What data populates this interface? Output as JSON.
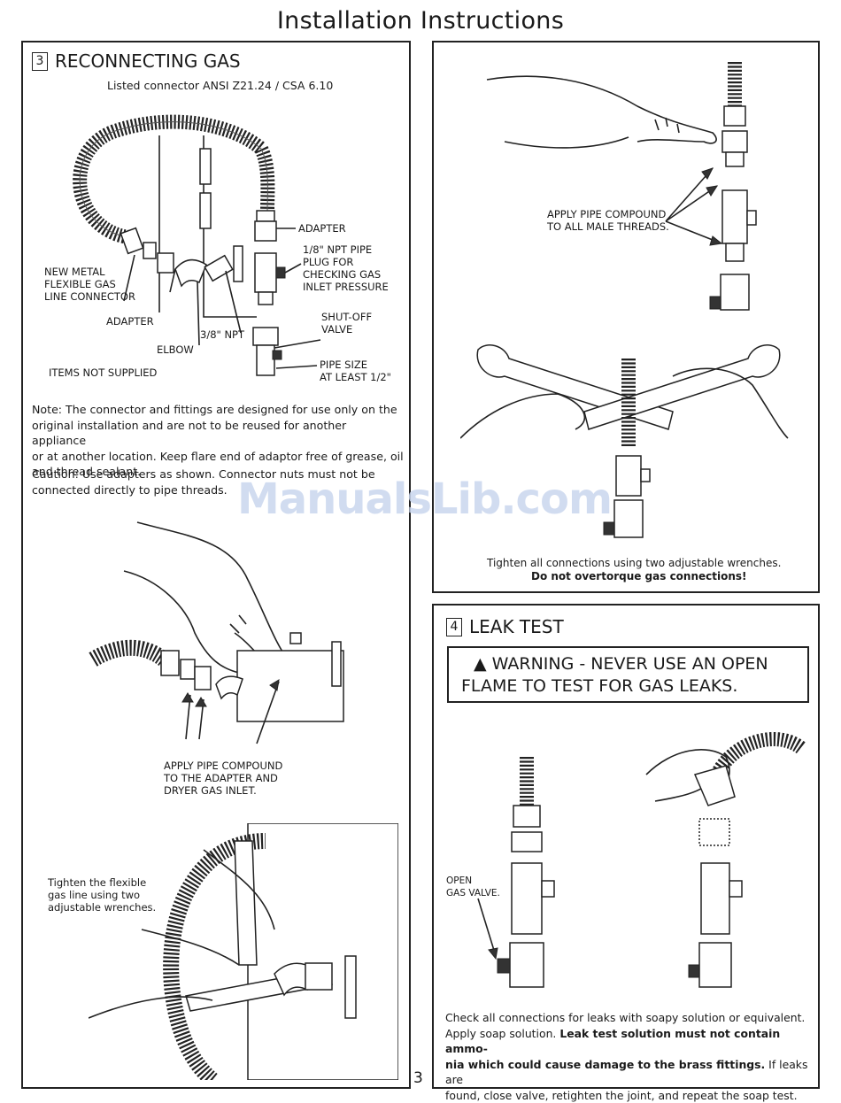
{
  "page": {
    "title": "Installation Instructions",
    "page_number": "3",
    "watermark": "ManualsLib.com"
  },
  "section3": {
    "number": "3",
    "heading": "RECONNECTING GAS",
    "subtitle": "Listed connector ANSI Z21.24 / CSA 6.10",
    "labels": {
      "new_metal": [
        "NEW METAL",
        "FLEXIBLE GAS",
        "LINE CONNECTOR"
      ],
      "adapter_left": "ADAPTER",
      "elbow": "ELBOW",
      "npt38": "3/8\" NPT",
      "adapter_top": "ADAPTER",
      "npt_plug": [
        "1/8\" NPT PIPE",
        "PLUG FOR",
        "CHECKING GAS",
        "INLET PRESSURE"
      ],
      "shutoff": [
        "SHUT-OFF",
        "VALVE"
      ],
      "pipe_size": [
        "PIPE SIZE",
        "AT LEAST 1/2\""
      ],
      "items_not_supplied": "ITEMS NOT SUPPLIED"
    },
    "note": [
      "Note:  The connector and fittings are designed for use only on the",
      "original installation and are not to be reused for another appliance",
      "or at another location.  Keep flare end of adaptor free of grease, oil",
      "and thread sealant."
    ],
    "caution": [
      "Caution:  Use adapters as shown.  Connector nuts must not be",
      "connected directly to pipe threads."
    ],
    "apply_compound": [
      "APPLY PIPE COMPOUND",
      "TO THE ADAPTER AND",
      "DRYER GAS INLET."
    ],
    "tighten_flexible": [
      "Tighten the flexible",
      "gas line using two",
      "adjustable wrenches."
    ]
  },
  "right_top": {
    "apply_male": [
      "APPLY PIPE COMPOUND",
      "TO ALL MALE THREADS."
    ],
    "tighten_all": "Tighten all connections using two adjustable wrenches.",
    "no_overtorque": "Do not overtorque gas connections!"
  },
  "section4": {
    "number": "4",
    "heading": "LEAK TEST",
    "warning_symbol": "▲",
    "warning_line1": "WARNING - NEVER USE AN OPEN",
    "warning_line2": "FLAME TO TEST FOR GAS LEAKS.",
    "open_valve": [
      "OPEN",
      "GAS VALVE."
    ],
    "para_l1": "Check all connections for leaks with soapy solution or equivalent.",
    "para_l2a": "Apply soap solution. ",
    "para_l2b": "Leak test solution must not contain ammo-",
    "para_l3a": "nia which could cause damage to the brass fittings.",
    "para_l3b": " If leaks are",
    "para_l4": "found, close valve, retighten the joint, and repeat the soap test."
  }
}
